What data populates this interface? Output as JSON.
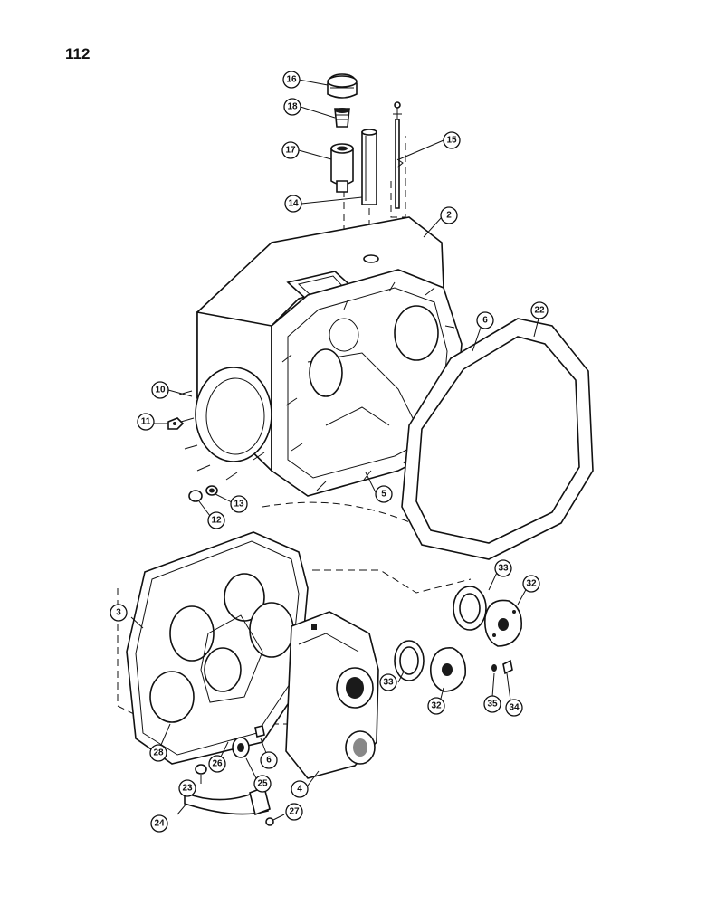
{
  "page_number": "112",
  "callouts": [
    {
      "id": "c16",
      "label": "16"
    },
    {
      "id": "c18",
      "label": "18"
    },
    {
      "id": "c17",
      "label": "17"
    },
    {
      "id": "c14",
      "label": "14"
    },
    {
      "id": "c15",
      "label": "15"
    },
    {
      "id": "c2",
      "label": "2"
    },
    {
      "id": "c6a",
      "label": "6"
    },
    {
      "id": "c22",
      "label": "22"
    },
    {
      "id": "c10",
      "label": "10"
    },
    {
      "id": "c11",
      "label": "11"
    },
    {
      "id": "c5",
      "label": "5"
    },
    {
      "id": "c13",
      "label": "13"
    },
    {
      "id": "c12",
      "label": "12"
    },
    {
      "id": "c3",
      "label": "3"
    },
    {
      "id": "c33a",
      "label": "33"
    },
    {
      "id": "c32a",
      "label": "32"
    },
    {
      "id": "c33b",
      "label": "33"
    },
    {
      "id": "c32b",
      "label": "32"
    },
    {
      "id": "c35",
      "label": "35"
    },
    {
      "id": "c34",
      "label": "34"
    },
    {
      "id": "c28",
      "label": "28"
    },
    {
      "id": "c26",
      "label": "26"
    },
    {
      "id": "c6b",
      "label": "6"
    },
    {
      "id": "c25",
      "label": "25"
    },
    {
      "id": "c23",
      "label": "23"
    },
    {
      "id": "c4",
      "label": "4"
    },
    {
      "id": "c24",
      "label": "24"
    },
    {
      "id": "c27",
      "label": "27"
    }
  ]
}
